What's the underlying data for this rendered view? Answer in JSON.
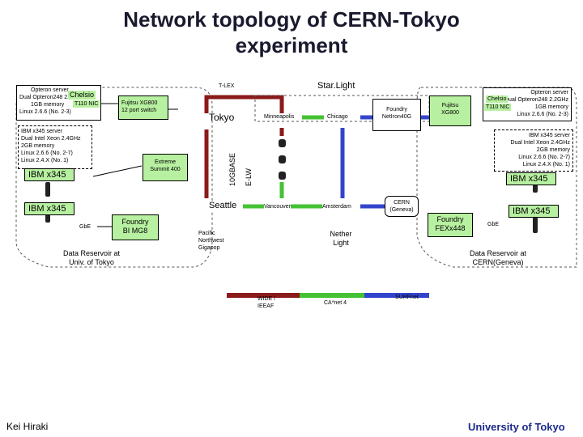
{
  "title_line1": "Network topology of CERN-Tokyo",
  "title_line2": "experiment",
  "tokyo": {
    "server_top": [
      "Opteron server",
      "Dual Opteron248 2.2GHz",
      "1GB memory",
      "Linux 2.6.6 (No. 2-3)"
    ],
    "chelsio_label": "Chelsio",
    "chelsio_nic": "T110 NIC",
    "fujitsu_switch": [
      "Fujitsu XG800",
      "12 port switch"
    ],
    "ibm_server": [
      "IBM x345 server",
      "Dual Intel Xeon 2.4GHz",
      "2GB memory",
      "Linux 2.6.6 (No. 2-7)",
      "Linux 2.4.X (No. 1)"
    ],
    "ibm_x345_1": "IBM x345",
    "ibm_x345_2": "IBM x345",
    "gbe": "GbE",
    "extreme": [
      "Extreme",
      "Summit 400"
    ],
    "foundry": [
      "Foundry",
      "BI MG8"
    ],
    "reservoir": [
      "Data Reservoir at",
      "Univ. of Tokyo"
    ],
    "city": "Tokyo"
  },
  "network": {
    "tlex": "T-LEX",
    "starlight": "Star.Light",
    "gbas_line1": "10GBASE",
    "gbas_line2": "E-LW",
    "minneapolis": "Minneapolis",
    "chicago": "Chicago",
    "seattle": "Seattle",
    "vancouver": "Vancouver",
    "amsterdam": "Amsterdam",
    "pacific": [
      "Pacific",
      "Northwest",
      "Gigapop"
    ],
    "nether": [
      "Nether",
      "Light"
    ],
    "foundry_netiron": [
      "Foundry",
      "NetIron40G"
    ]
  },
  "cern": {
    "fujitsu": [
      "Fujitsu",
      "XG800"
    ],
    "cern_geneva": [
      "CERN",
      "(Geneva)"
    ],
    "foundry_fex": [
      "Foundry",
      "FEXx448"
    ],
    "server_top": [
      "Opteron server",
      "Dual Opteron248 2.2GHz",
      "1GB memory",
      "Linux 2.6.6 (No. 2-3)"
    ],
    "chelsio_label": "Chelsio",
    "chelsio_nic": "T110 NIC",
    "ibm_server": [
      "IBM x345 server",
      "Dual Intel Xeon 2.4GHz",
      "2GB memory",
      "Linux 2.6.6 (No. 2-7)",
      "Linux 2.4.X (No. 1)"
    ],
    "ibm_x345_1": "IBM x345",
    "ibm_x345_2": "IBM x345",
    "gbe": "GbE",
    "reservoir": [
      "Data Reservoir at",
      "CERN(Geneva)"
    ]
  },
  "legend": {
    "wide": [
      "WIDE /",
      "IEEAF"
    ],
    "canet": "CA*net 4",
    "surfnet": "SURFnet",
    "colors": {
      "wide": "#8b1a1a",
      "canet": "#44c233",
      "surfnet": "#3344cc"
    }
  },
  "footer_left": "Kei Hiraki",
  "footer_right": "University of Tokyo"
}
